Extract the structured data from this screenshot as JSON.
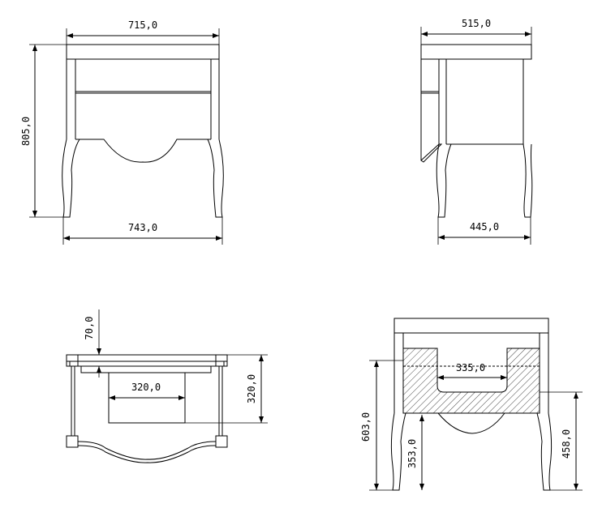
{
  "dimensions": {
    "front_top_width": "715,0",
    "front_height": "805,0",
    "front_bottom_width": "743,0",
    "side_top_width": "515,0",
    "side_bottom_width": "445,0",
    "plan_top_gap": "70,0",
    "plan_drawer_width": "320,0",
    "plan_drawer_depth": "320,0",
    "section_opening_width": "335,0",
    "section_total_height": "603,0",
    "section_leg_height": "353,0",
    "section_right_height": "458,0"
  }
}
